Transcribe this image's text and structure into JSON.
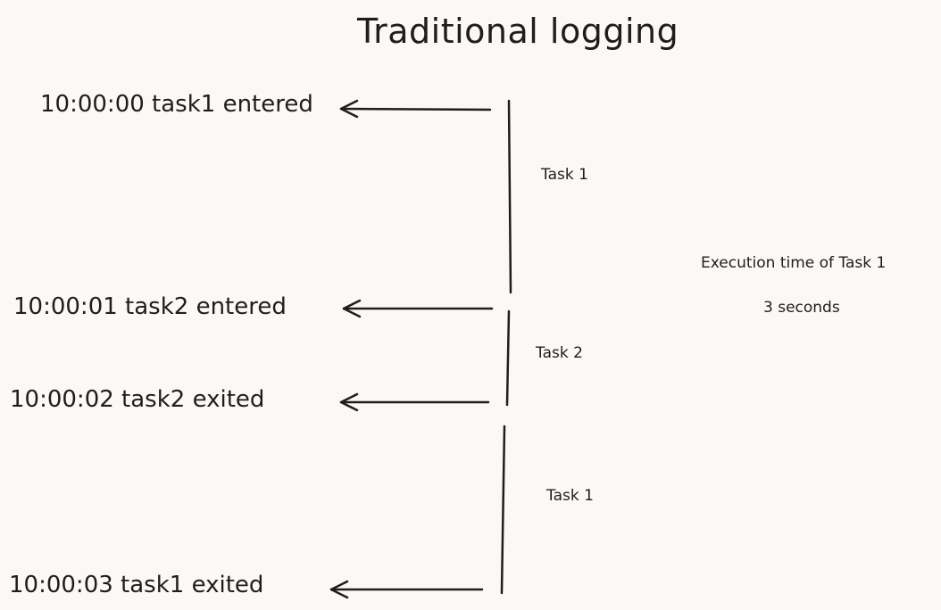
{
  "title": "Traditional logging",
  "log_lines": [
    {
      "time": "10:00:00",
      "event": "task1 entered"
    },
    {
      "time": "10:00:01",
      "event": "task2 entered"
    },
    {
      "time": "10:00:02",
      "event": "task2 exited"
    },
    {
      "time": "10:00:03",
      "event": "task1 exited"
    }
  ],
  "segments": [
    {
      "label": "Task 1"
    },
    {
      "label": "Task 2"
    },
    {
      "label": "Task 1"
    }
  ],
  "execution_note": {
    "label": "Execution time of Task 1",
    "value": "3 seconds"
  },
  "colors": {
    "background": "#fcf8f6",
    "stroke": "#1e1e1e"
  }
}
